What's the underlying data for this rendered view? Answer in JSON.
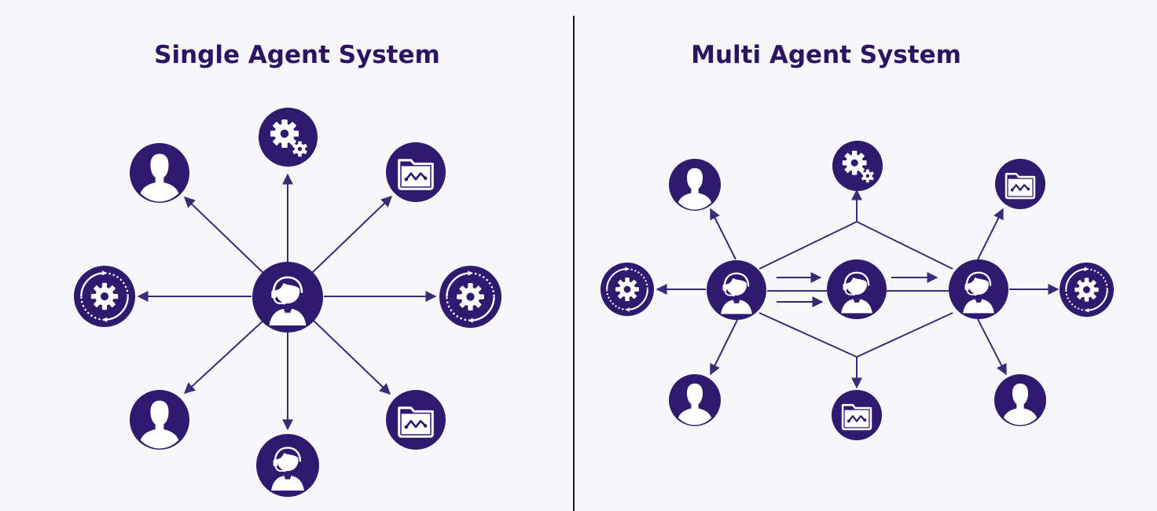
{
  "colors": {
    "node": "#2e1a6e",
    "line": "#3a2a7a",
    "title": "#2a1463",
    "divider": "#1a1a1a",
    "background": "#f7f7f9",
    "icon_fg": "#ffffff"
  },
  "left_panel": {
    "title": "Single Agent System",
    "nodes": [
      {
        "id": "l-center",
        "icon": "agent-icon"
      },
      {
        "id": "l-top",
        "icon": "gears-icon"
      },
      {
        "id": "l-top-left",
        "icon": "user-icon"
      },
      {
        "id": "l-top-right",
        "icon": "folder-icon"
      },
      {
        "id": "l-left",
        "icon": "cycle-gear-icon"
      },
      {
        "id": "l-right",
        "icon": "cycle-gear-icon"
      },
      {
        "id": "l-bottom-left",
        "icon": "user-icon"
      },
      {
        "id": "l-bottom",
        "icon": "agent-icon"
      },
      {
        "id": "l-bottom-right",
        "icon": "folder-icon"
      }
    ]
  },
  "right_panel": {
    "title": "Multi Agent System",
    "nodes": [
      {
        "id": "r-agent-left",
        "icon": "agent-icon"
      },
      {
        "id": "r-agent-center",
        "icon": "agent-icon"
      },
      {
        "id": "r-agent-right",
        "icon": "agent-icon"
      },
      {
        "id": "r-top",
        "icon": "gears-icon"
      },
      {
        "id": "r-bottom",
        "icon": "folder-icon"
      },
      {
        "id": "r-user-top-left",
        "icon": "user-icon"
      },
      {
        "id": "r-user-bottom-left",
        "icon": "user-icon"
      },
      {
        "id": "r-user-bottom-right",
        "icon": "user-icon"
      },
      {
        "id": "r-folder-top-right",
        "icon": "folder-icon"
      },
      {
        "id": "r-cycle-left",
        "icon": "cycle-gear-icon"
      },
      {
        "id": "r-cycle-right",
        "icon": "cycle-gear-icon"
      }
    ]
  }
}
